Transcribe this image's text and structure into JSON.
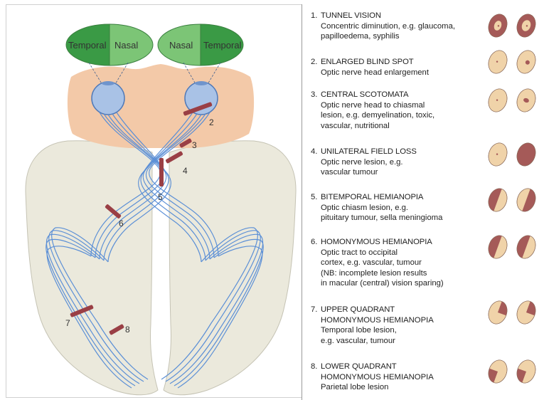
{
  "colors": {
    "ellipse_green": "#7cc576",
    "ellipse_dark_green": "#2e8f3a",
    "skin": "#f3c9a8",
    "brain": "#ebe9dc",
    "nerve_blue": "#5b8fd6",
    "eye_blue": "#a9c2e6",
    "lesion": "#9a3f45",
    "field_fill": "#f0d3a9",
    "field_loss": "#a55a58"
  },
  "diagram": {
    "left_eye_field": {
      "temporal": "Temporal",
      "nasal": "Nasal"
    },
    "right_eye_field": {
      "nasal": "Nasal",
      "temporal": "Temporal"
    },
    "lesion_labels": [
      "2",
      "3",
      "4",
      "5",
      "6",
      "7",
      "8"
    ]
  },
  "legend": [
    {
      "num": "1.",
      "title": "TUNNEL VISION",
      "desc": [
        "Concentric diminution, e.g. glaucoma,",
        "papilloedema, syphilis"
      ],
      "left_icon": "tunnel-left",
      "right_icon": "tunnel-right"
    },
    {
      "num": "2.",
      "title": "ENLARGED BLIND SPOT",
      "desc": [
        "Optic nerve head enlargement"
      ],
      "left_icon": "normal-dot",
      "right_icon": "enlarged-spot"
    },
    {
      "num": "3.",
      "title": "CENTRAL SCOTOMATA",
      "desc": [
        "Optic nerve head to chiasmal",
        "lesion, e.g. demyelination, toxic,",
        "vascular, nutritional"
      ],
      "left_icon": "normal-dot",
      "right_icon": "central-scotoma"
    },
    {
      "num": "4.",
      "title": "UNILATERAL FIELD LOSS",
      "desc": [
        "Optic nerve lesion, e.g.",
        "vascular tumour"
      ],
      "left_icon": "normal-dot",
      "right_icon": "total-loss"
    },
    {
      "num": "5.",
      "title": "BITEMPORAL HEMIANOPIA",
      "desc": [
        "Optic chiasm lesion, e.g.",
        "pituitary tumour, sella meningioma"
      ],
      "left_icon": "left-half-loss",
      "right_icon": "right-half-loss"
    },
    {
      "num": "6.",
      "title": "HOMONYMOUS HEMIANOPIA",
      "desc": [
        "Optic tract to occipital",
        "cortex, e.g. vascular, tumour",
        "(NB: incomplete lesion results",
        "in macular (central) vision sparing)"
      ],
      "left_icon": "left-half-loss",
      "right_icon": "left-half-loss"
    },
    {
      "num": "7.",
      "title": "UPPER QUADRANT",
      "desc": [
        "HOMONYMOUS HEMIANOPIA",
        "Temporal lobe lesion,",
        "e.g. vascular, tumour"
      ],
      "left_icon": "upper-right-quadrant",
      "right_icon": "upper-right-quadrant"
    },
    {
      "num": "8.",
      "title": "LOWER QUADRANT",
      "desc": [
        "HOMONYMOUS HEMIANOPIA",
        "Parietal lobe lesion"
      ],
      "left_icon": "lower-left-quadrant",
      "right_icon": "lower-left-quadrant"
    }
  ]
}
